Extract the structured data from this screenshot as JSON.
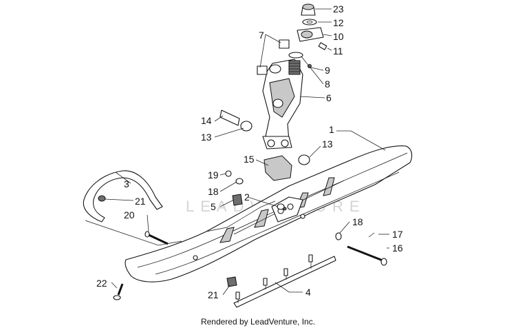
{
  "watermark": "LEADVENTURE",
  "footer": "Rendered by LeadVenture, Inc.",
  "callouts": {
    "c23": "23",
    "c12": "12",
    "c10": "10",
    "c11": "11",
    "c7": "7",
    "c9": "9",
    "c8": "8",
    "c6": "6",
    "c14": "14",
    "c13a": "13",
    "c13b": "13",
    "c1": "1",
    "c15": "15",
    "c19": "19",
    "c18a": "18",
    "c5": "5",
    "c2": "2",
    "c3": "3",
    "c21a": "21",
    "c20": "20",
    "c18b": "18",
    "c17": "17",
    "c16": "16",
    "c22": "22",
    "c21b": "21",
    "c4": "4"
  }
}
